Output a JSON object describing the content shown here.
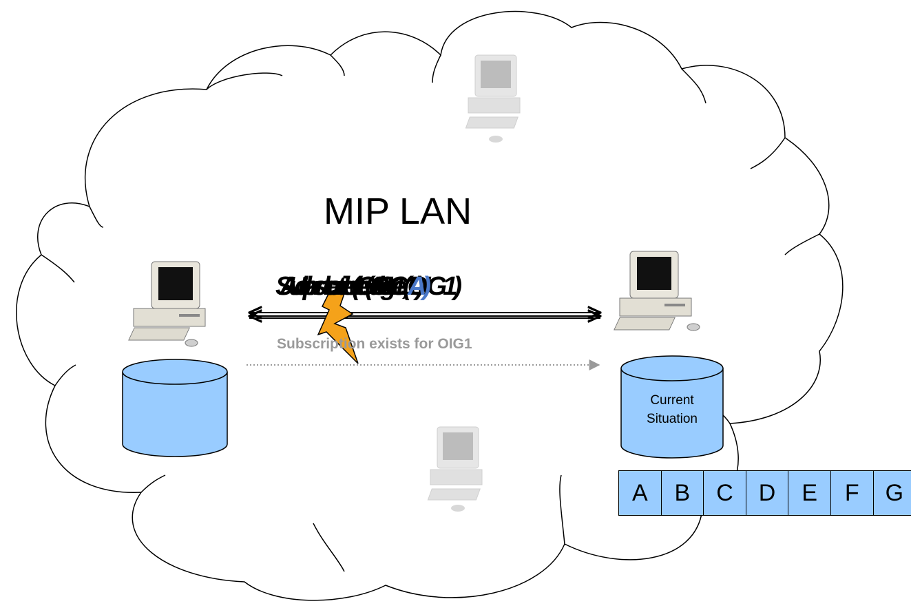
{
  "diagram": {
    "network_label": "MIP LAN",
    "overlapping_messages": [
      "Subscribe(OIG1)",
      "Acknowledge(OIG1)",
      "Update(OIG1, A)"
    ],
    "blue_fragment": "A)",
    "dotted_message": "Subscription exists for OIG1",
    "database_label_line1": "Current",
    "database_label_line2": "Situation",
    "table_cells": [
      "A",
      "B",
      "C",
      "D",
      "E",
      "F",
      "G"
    ],
    "colors": {
      "database_fill": "#99ccff",
      "lightning_fill": "#f5a21a",
      "dotted_arrow": "#9a9a9a",
      "faded_computer": "#d8d8d8"
    }
  }
}
